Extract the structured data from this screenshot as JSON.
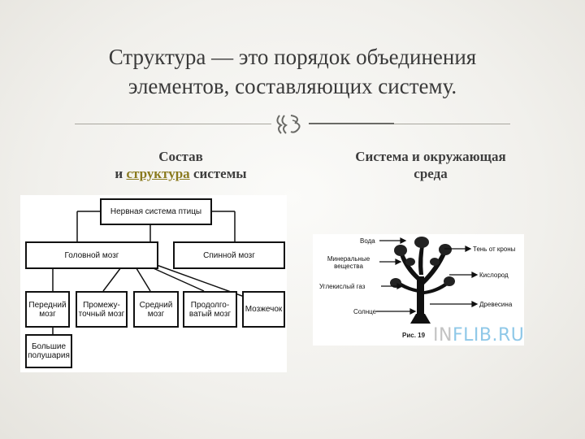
{
  "slide": {
    "title_line1": "Структура — это порядок объединения",
    "title_line2": "элементов, составляющих систему."
  },
  "left_column": {
    "heading_line1": "Состав",
    "heading_prefix": "и ",
    "heading_highlight": "структура",
    "heading_suffix": " системы"
  },
  "right_column": {
    "heading_line1": "Система и окружающая",
    "heading_line2": "среда"
  },
  "brain_diagram": {
    "root": "Нервная система птицы",
    "level1": [
      "Головной мозг",
      "Спинной мозг"
    ],
    "level2": [
      "Передний мозг",
      "Промежу-точный мозг",
      "Средний мозг",
      "Продолго-ватый мозг",
      "Мозжечок"
    ],
    "level3": "Большие полушария"
  },
  "tree_figure": {
    "left_labels": [
      "Вода",
      "Минеральные вещества",
      "Углекислый газ",
      "Солнце"
    ],
    "right_labels": [
      "Тень от кроны",
      "Кислород",
      "Древесина"
    ],
    "caption": "Рис. 19",
    "watermark_part1": "IN",
    "watermark_part2": "FLIB.RU"
  },
  "colors": {
    "background": "#f1f0ec",
    "highlight": "#8a7a1e",
    "watermark_accent": "#8fc8e8"
  }
}
